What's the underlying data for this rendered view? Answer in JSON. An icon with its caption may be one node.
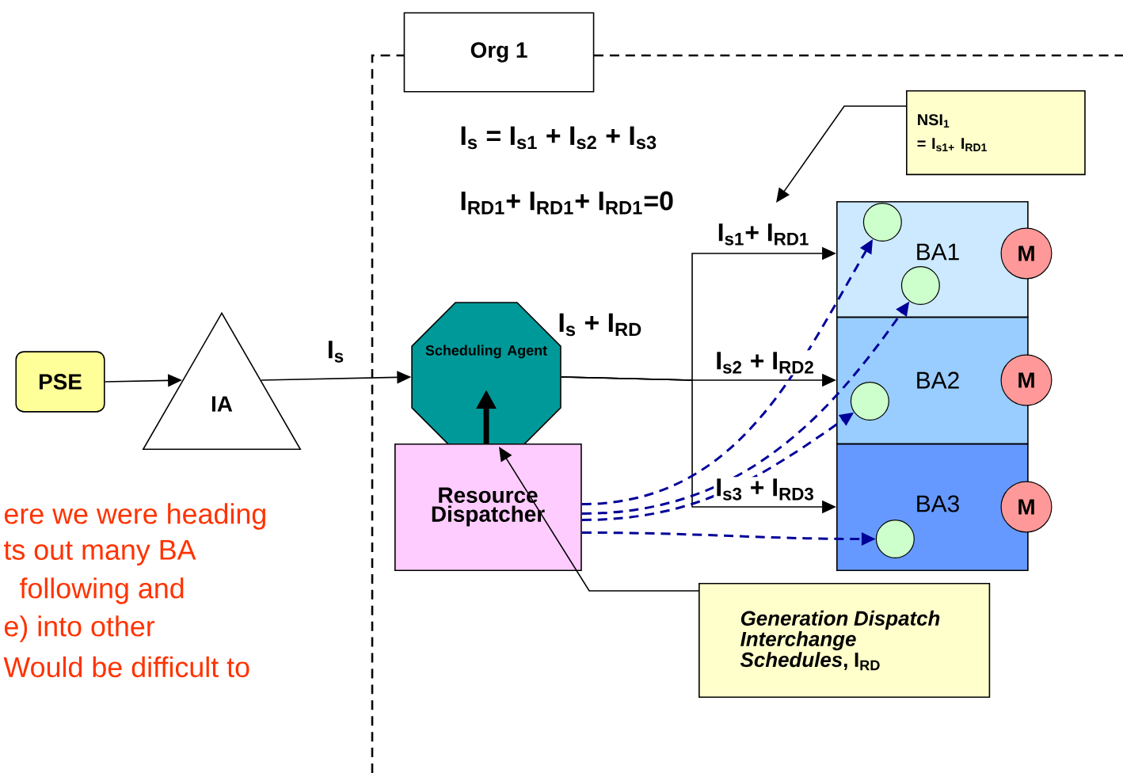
{
  "diagram": {
    "nodes": [
      {
        "text": [
          "Org 1"
        ]
      },
      {
        "text": [
          "NSI$_{1}$",
          "= I$_{s1+}$ I$_{RD1}$"
        ]
      },
      {
        "text": [
          "PSE"
        ]
      },
      {
        "text": [
          "IA"
        ]
      },
      {
        "text": [
          "Scheduling Agent"
        ]
      },
      {
        "text": [
          "BA1"
        ]
      },
      {
        "text": [],
        "shape": "circle",
        "in": 5
      },
      {
        "text": [],
        "shape": "circle",
        "in": 5
      },
      {
        "text": [
          "M"
        ]
      },
      {
        "text": [
          "BA2"
        ]
      },
      {
        "text": [],
        "shape": "circle",
        "in": 9
      },
      {
        "text": [
          "M"
        ]
      },
      {
        "text": [
          "Resource Dispatcher"
        ]
      },
      {
        "text": [
          "BA3"
        ]
      },
      {
        "text": [],
        "shape": "circle",
        "in": 13
      },
      {
        "text": [
          "M"
        ]
      },
      {
        "text": [
          "*Generation Dispatch Interchange Schedules*, I$_{RD}$"
        ]
      }
    ],
    "edges": [
      {
        "from": 2,
        "to": 3,
        "arrow": "to"
      },
      {
        "from": 3,
        "to": 4,
        "arrow": "to",
        "label": "I$_{s}$"
      },
      {
        "from": 4,
        "to": 5,
        "arrow": "to",
        "label": "I$_{s1}$+ I$_{RD1}$"
      },
      {
        "from": 4,
        "to": 9,
        "arrow": "to",
        "label": "I$_{s2}$ + I$_{RD2}$"
      },
      {
        "from": 4,
        "to": 13,
        "arrow": "to",
        "label": "I$_{s3}$ + I$_{RD3}$"
      },
      {
        "from": 12,
        "to": 4,
        "arrow": "to",
        "style": "thick"
      },
      {
        "from": 12,
        "to": 6,
        "arrow": "to",
        "style": "dashed",
        "color": "#000099"
      },
      {
        "from": 12,
        "to": 7,
        "arrow": "to",
        "style": "dashed",
        "color": "#000099"
      },
      {
        "from": 12,
        "to": 10,
        "arrow": "to",
        "style": "dashed",
        "color": "#000099"
      },
      {
        "from": 12,
        "to": 14,
        "arrow": "to",
        "style": "dashed",
        "color": "#000099"
      },
      {
        "from": 1,
        "to": null,
        "arrow": "to"
      },
      {
        "from": 16,
        "to": 12,
        "arrow": "to"
      }
    ],
    "labels": [
      "I$_{s}$ = I$_{s1}$ + I$_{s2}$ + I$_{s3}$",
      "I$_{RD1}$+ I$_{RD1}$+ I$_{RD1}$=0",
      "I$_{s}$ + I$_{RD}$",
      "ere we were heading",
      "ts out many BA",
      "following and",
      "e) into other",
      "Would be difficult to"
    ]
  }
}
